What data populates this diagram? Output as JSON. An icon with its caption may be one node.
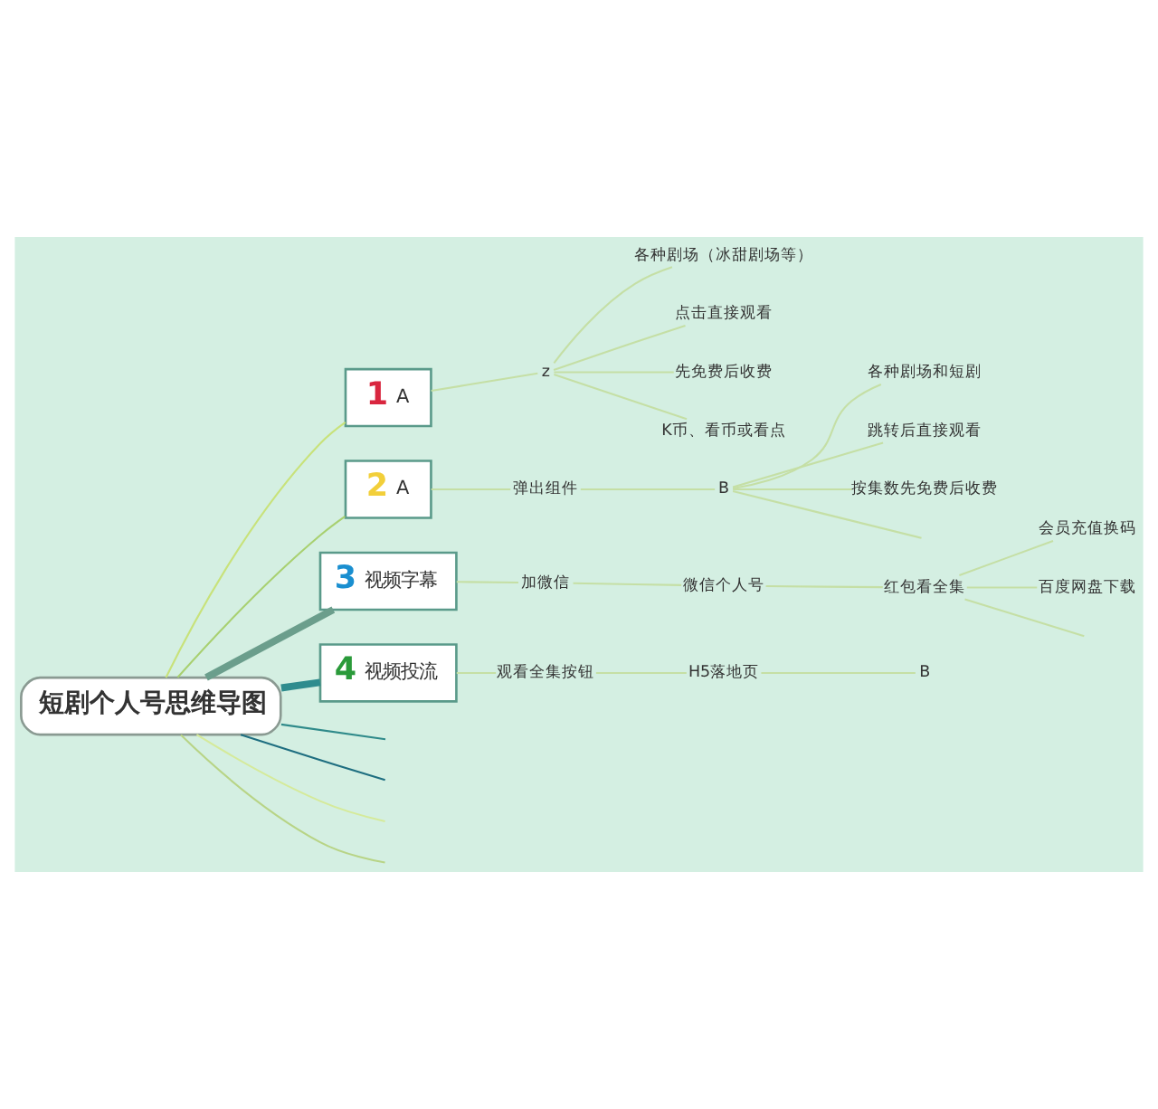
{
  "diagram": {
    "nodes": [
      {
        "text": [
          "短剧个人号思维导图"
        ]
      },
      {
        "text": [
          "1",
          "A"
        ]
      },
      {
        "text": [
          "z"
        ]
      },
      {
        "text": [
          "各种剧场（冰甜剧场等）"
        ]
      },
      {
        "text": [
          "点击直接观看"
        ]
      },
      {
        "text": [
          "先免费后收费"
        ]
      },
      {
        "text": [
          "K币、看币或看点"
        ]
      },
      {
        "text": [
          "2",
          "A"
        ]
      },
      {
        "text": [
          "弹出组件"
        ]
      },
      {
        "text": [
          "B"
        ]
      },
      {
        "text": [
          "各种剧场和短剧"
        ]
      },
      {
        "text": [
          "跳转后直接观看"
        ]
      },
      {
        "text": [
          "按集数先免费后收费"
        ]
      },
      {
        "text": [
          "3",
          "视频字幕"
        ]
      },
      {
        "text": [
          "加微信"
        ]
      },
      {
        "text": [
          "微信个人号"
        ]
      },
      {
        "text": [
          "红包看全集"
        ]
      },
      {
        "text": [
          "会员充值换码"
        ]
      },
      {
        "text": [
          "百度网盘下载"
        ]
      },
      {
        "text": [
          "4",
          "视频投流"
        ]
      },
      {
        "text": [
          "观看全集按钮"
        ]
      },
      {
        "text": [
          "H5落地页"
        ]
      },
      {
        "text": [
          "B"
        ]
      }
    ],
    "edges": [
      {
        "from": 0,
        "to": 1,
        "arrow": "none",
        "color": "#c8e27a"
      },
      {
        "from": 1,
        "to": 2,
        "arrow": "none"
      },
      {
        "from": 2,
        "to": 3,
        "arrow": "none"
      },
      {
        "from": 2,
        "to": 4,
        "arrow": "none"
      },
      {
        "from": 2,
        "to": 5,
        "arrow": "none"
      },
      {
        "from": 2,
        "to": 6,
        "arrow": "none"
      },
      {
        "from": 0,
        "to": 7,
        "arrow": "none",
        "color": "#a8d070"
      },
      {
        "from": 7,
        "to": 8,
        "arrow": "none"
      },
      {
        "from": 8,
        "to": 9,
        "arrow": "none"
      },
      {
        "from": 9,
        "to": 10,
        "arrow": "none"
      },
      {
        "from": 9,
        "to": 11,
        "arrow": "none"
      },
      {
        "from": 9,
        "to": 12,
        "arrow": "none"
      },
      {
        "from": 9,
        "to": null,
        "arrow": "none"
      },
      {
        "from": 0,
        "to": 13,
        "arrow": "none",
        "style": "thick",
        "color": "#6b9e8c"
      },
      {
        "from": 13,
        "to": 14,
        "arrow": "none"
      },
      {
        "from": 14,
        "to": 15,
        "arrow": "none"
      },
      {
        "from": 15,
        "to": 16,
        "arrow": "none"
      },
      {
        "from": 16,
        "to": 17,
        "arrow": "none"
      },
      {
        "from": 16,
        "to": 18,
        "arrow": "none"
      },
      {
        "from": 16,
        "to": null,
        "arrow": "none"
      },
      {
        "from": 0,
        "to": 19,
        "arrow": "none",
        "style": "thick",
        "color": "#2f8c8e"
      },
      {
        "from": 19,
        "to": 20,
        "arrow": "none"
      },
      {
        "from": 20,
        "to": 21,
        "arrow": "none"
      },
      {
        "from": 21,
        "to": 22,
        "arrow": "none"
      },
      {
        "from": 0,
        "to": null,
        "arrow": "none",
        "color": "#b8d486"
      },
      {
        "from": 0,
        "to": null,
        "arrow": "none",
        "color": "#d5ea9a"
      },
      {
        "from": 0,
        "to": null,
        "arrow": "none",
        "color": "#1e6e80"
      },
      {
        "from": 0,
        "to": null,
        "arrow": "none",
        "color": "#2f8a8a"
      }
    ]
  }
}
